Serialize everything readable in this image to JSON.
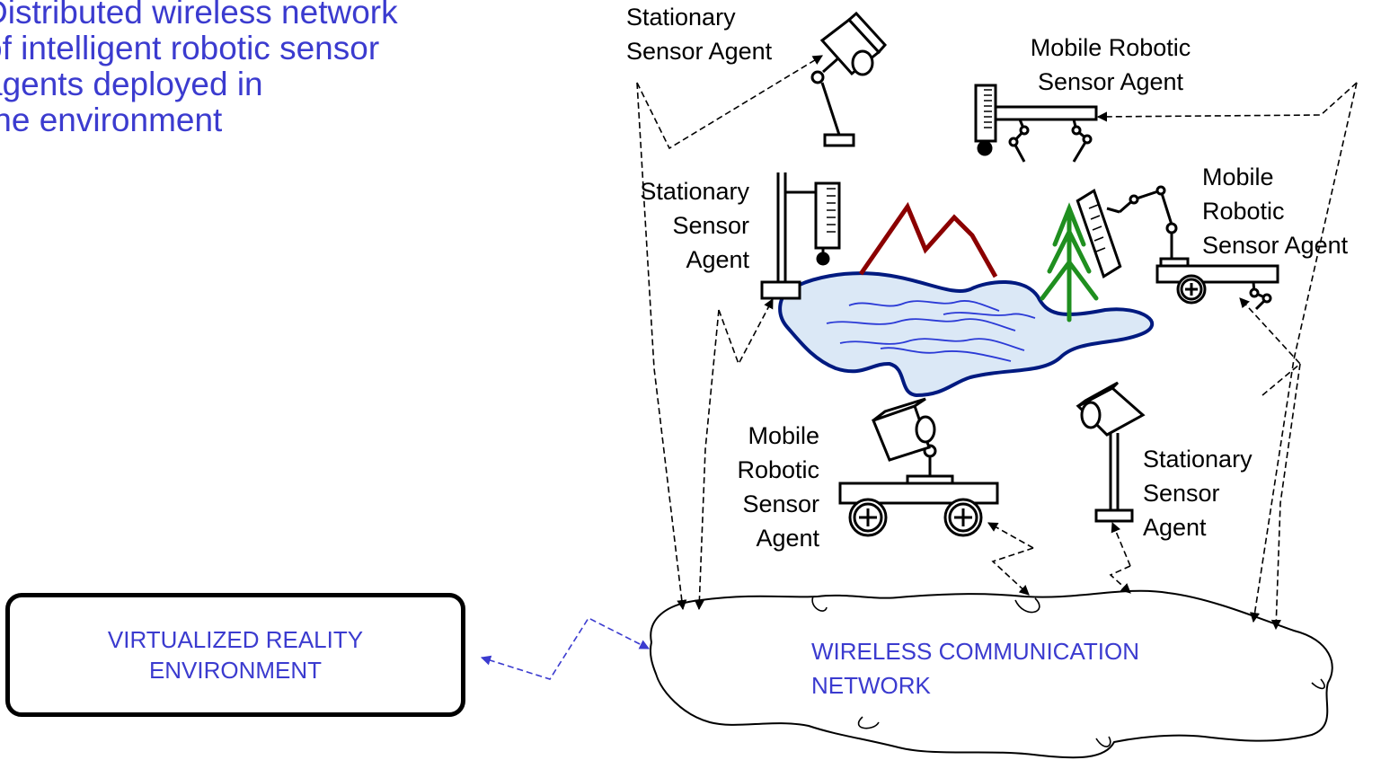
{
  "heading": {
    "lines": [
      "Distributed wireless network",
      "of intelligent robotic sensor",
      "agents deployed in",
      "the environment"
    ]
  },
  "labels": {
    "stationary_top": [
      "Stationary",
      "Sensor Agent"
    ],
    "mobile_top": [
      "Mobile Robotic",
      "Sensor Agent"
    ],
    "stationary_left": [
      "Stationary",
      "Sensor",
      "Agent"
    ],
    "mobile_right": [
      "Mobile",
      "Robotic",
      "Sensor Agent"
    ],
    "mobile_bottom": [
      "Mobile",
      "Robotic",
      "Sensor",
      "Agent"
    ],
    "stationary_bottom": [
      "Stationary",
      "Sensor",
      "Agent"
    ]
  },
  "virtualized_reality": [
    "VIRTUALIZED REALITY",
    "ENVIRONMENT"
  ],
  "network": [
    "WIRELESS COMMUNICATION",
    "NETWORK"
  ],
  "colors": {
    "text_blue": "#3b3bcf",
    "lake_outline": "#001a80",
    "water_lines": "#2b3ad6",
    "mountain": "#8b0000",
    "tree": "#1f8f1f"
  }
}
